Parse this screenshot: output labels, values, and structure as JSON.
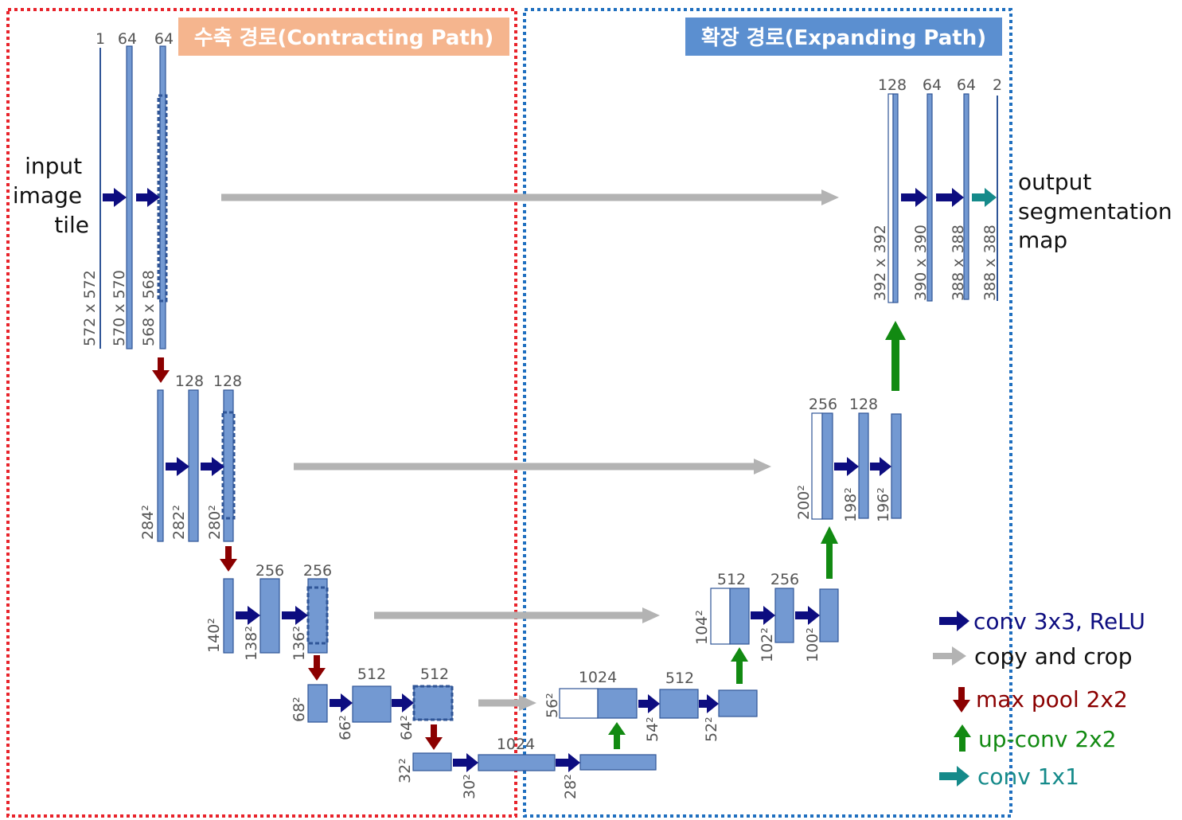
{
  "title_contracting": "수축 경로(Contracting Path)",
  "title_expanding": "확장 경로(Expanding Path)",
  "input_label": [
    "input",
    "image",
    "tile"
  ],
  "output_label": [
    "output",
    "segmentation",
    "map"
  ],
  "legend": {
    "conv": "conv 3x3, ReLU",
    "copy": "copy and crop",
    "pool": "max pool 2x2",
    "upconv": "up-conv 2x2",
    "conv1x1": "conv 1x1"
  },
  "colors": {
    "contracting_border": "#e8232b",
    "expanding_border": "#1f6fbf",
    "contracting_header_bg": "#f5b58e",
    "expanding_header_bg": "#5b8fd0",
    "block_fill": "#7399d2",
    "conv_arrow": "#0d0d80",
    "copy_arrow": "#b3b3b3",
    "pool_arrow": "#8b0000",
    "upconv_arrow": "#128a12",
    "conv1x1_arrow": "#158a8a",
    "pool_text": "#8b0000",
    "upconv_text": "#128a12",
    "conv1x1_text": "#158a8a",
    "conv_text": "#0d0d80",
    "copy_text": "#111111"
  },
  "channels": {
    "l1": [
      "1",
      "64",
      "64"
    ],
    "l2": [
      "128",
      "128"
    ],
    "l3": [
      "256",
      "256"
    ],
    "l4": [
      "512",
      "512"
    ],
    "l5": "1024",
    "u4": [
      "1024",
      "512"
    ],
    "u3": [
      "512",
      "256"
    ],
    "u2": [
      "256",
      "128"
    ],
    "u1": [
      "128",
      "64",
      "64",
      "2"
    ]
  },
  "sizes": {
    "l1": [
      "572 x 572",
      "570 x 570",
      "568 x 568"
    ],
    "l2": [
      "284²",
      "282²",
      "280²"
    ],
    "l3": [
      "140²",
      "138²",
      "136²"
    ],
    "l4": [
      "68²",
      "66²",
      "64²"
    ],
    "l5": [
      "32²",
      "30²",
      "28²"
    ],
    "u4": [
      "56²",
      "54²",
      "52²"
    ],
    "u3": [
      "104²",
      "102²",
      "100²"
    ],
    "u2": [
      "200²",
      "198²",
      "196²"
    ],
    "u1": [
      "392 x 392",
      "390 x 390",
      "388 x 388",
      "388 x 388"
    ]
  }
}
